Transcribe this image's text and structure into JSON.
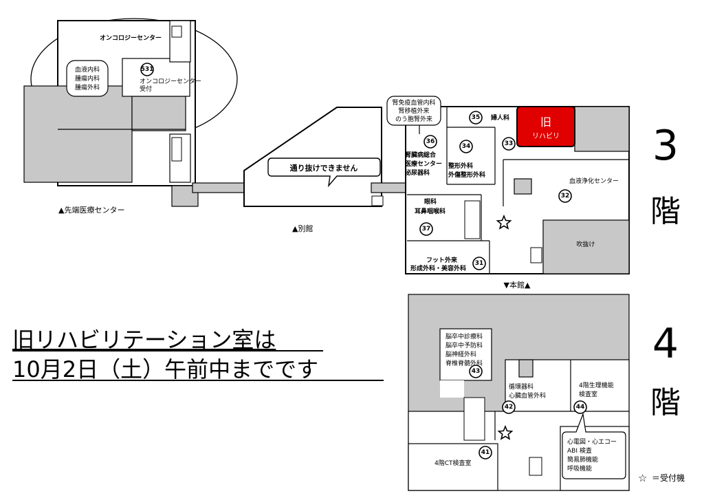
{
  "floor3": {
    "floor_number": "3",
    "floor_kanji": "階",
    "oncology_center": "オンコロジーセンター",
    "oncology_depts": [
      "血液内科",
      "腫瘍内科",
      "腫瘍外科"
    ],
    "oncology_reception_num": "531",
    "oncology_reception": [
      "オンコロジーセンター",
      "受付"
    ],
    "advanced_center": "▲先端医療センター",
    "annex": "▲別館",
    "no_passage": "通り抜けできません",
    "kidney_callout": [
      "腎免疫血管内科",
      "腎移植外来",
      "のう胞腎外来"
    ],
    "kidney_center": [
      "腎臓病総合",
      "医療センター",
      "泌尿器科"
    ],
    "num36": "36",
    "num35": "35",
    "gyn": "婦人科",
    "old_rehab": [
      "旧",
      "リハビリ"
    ],
    "num34": "34",
    "num33": "33",
    "ortho": [
      "整形外科",
      "外傷整形外科"
    ],
    "blood_purif": "血液浄化センター",
    "num32": "32",
    "eye_ent": [
      "眼科",
      "耳鼻咽喉科"
    ],
    "num37": "37",
    "atrium": "吹抜け",
    "foot": [
      "フット外来",
      "形成外科・美容外科"
    ],
    "num31": "31",
    "main_bldg": "▼本館▲"
  },
  "notice": {
    "line1": "旧リハビリテーション室は",
    "line2": "10月2日（土）午前中までです"
  },
  "floor4": {
    "floor_number": "4",
    "floor_kanji": "階",
    "neuro": [
      "脳卒中診療科",
      "脳卒中予防科",
      "脳神経外科",
      "脊椎脊髄外科"
    ],
    "num43": "43",
    "cardio": [
      "循環器科",
      "心臓血管外科"
    ],
    "num42": "42",
    "physio": [
      "4階生理機能",
      "検査室"
    ],
    "num44": "44",
    "exam_callout": [
      "心電図・心エコー",
      "ABI 検査",
      "簡易肺機能",
      "呼吸機能"
    ],
    "num41": "41",
    "ct": "4階CT検査室"
  },
  "legend": {
    "star": "☆",
    "text": "＝受付機"
  },
  "colors": {
    "old_rehab_fill": "#e00000",
    "gray_area": "#c8c8c8"
  }
}
